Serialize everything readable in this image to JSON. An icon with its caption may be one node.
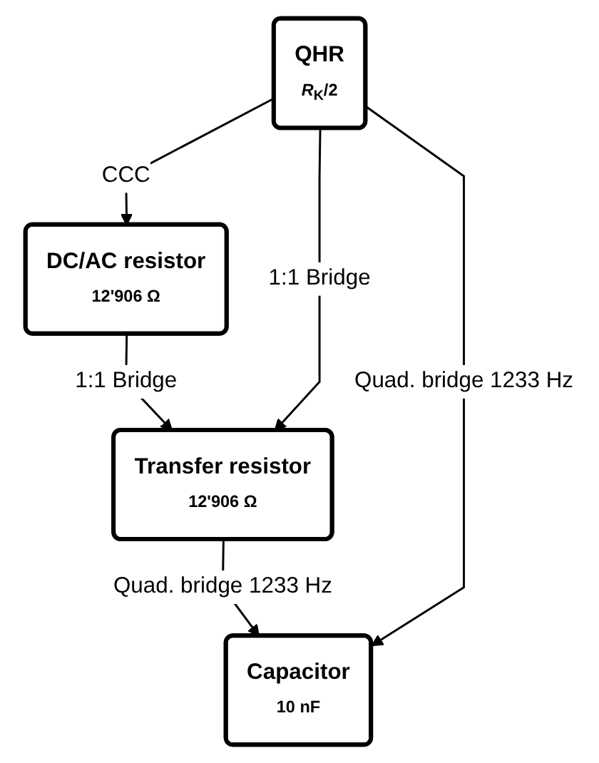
{
  "diagram": {
    "nodes": [
      {
        "text": [
          "QHR",
          "*R*$_{K}$/2"
        ]
      },
      {
        "text": [
          "DC/AC resistor",
          "12'906 Ω"
        ]
      },
      {
        "text": [
          "Transfer resistor",
          "12'906 Ω"
        ]
      },
      {
        "text": [
          "Capacitor",
          "10 nF"
        ]
      }
    ],
    "edges": [
      {
        "from": 0,
        "to": 1,
        "arrow": "to",
        "label": "CCC"
      },
      {
        "from": 1,
        "to": 2,
        "arrow": "to",
        "label": "1:1 Bridge"
      },
      {
        "from": 0,
        "to": 2,
        "arrow": "to",
        "label": "1:1 Bridge"
      },
      {
        "from": 2,
        "to": 3,
        "arrow": "to",
        "label": "Quad. bridge 1233 Hz"
      },
      {
        "from": 0,
        "to": 3,
        "arrow": "to",
        "label": "Quad. bridge 1233 Hz"
      }
    ]
  }
}
